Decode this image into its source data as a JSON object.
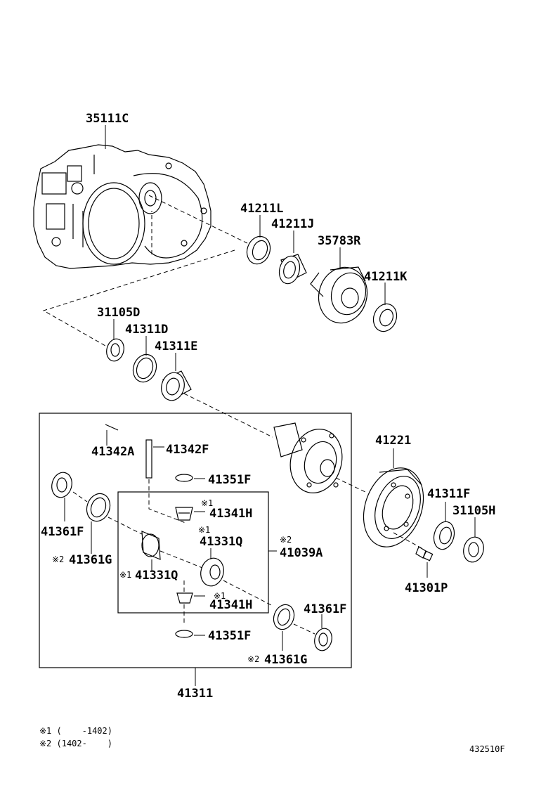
{
  "parts": {
    "p35111C": "35111C",
    "p41211L": "41211L",
    "p41211J": "41211J",
    "p35783R": "35783R",
    "p41211K": "41211K",
    "p31105D": "31105D",
    "p41311D": "41311D",
    "p41311E": "41311E",
    "p41342A": "41342A",
    "p41342F": "41342F",
    "p41351F_top": "41351F",
    "p41341H_top": "41341H",
    "p41361F_left": "41361F",
    "p41361G_left": "41361G",
    "p41331Q_right": "41331Q",
    "p41331Q_left": "41331Q",
    "p41039A": "41039A",
    "p41341H_bot": "41341H",
    "p41351F_bot": "41351F",
    "p41361F_right": "41361F",
    "p41361G_right": "41361G",
    "p41311": "41311",
    "p41221": "41221",
    "p41311F": "41311F",
    "p31105H": "31105H",
    "p41301P": "41301P"
  },
  "marks": {
    "m1": "※1",
    "m2": "※2"
  },
  "footnotes": {
    "note1": "※1 (    -1402)",
    "note2": "※2 (1402-    )"
  },
  "diagram_code": "432510F"
}
